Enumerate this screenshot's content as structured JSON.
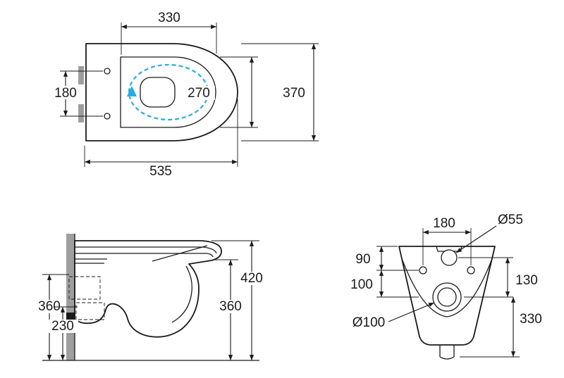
{
  "colors": {
    "line": "#1a1a1a",
    "flush_accent": "#2aabe2",
    "wall_gray": "#9e9e9e"
  },
  "views": {
    "top": {
      "dims": {
        "seat_length": "330",
        "mount_hole_spacing": "180",
        "inner_width": "270",
        "overall_width": "370",
        "overall_depth": "535"
      }
    },
    "side": {
      "dims": {
        "overall_height": "420",
        "rim_height": "360",
        "supply_height": "360",
        "outlet_height": "230"
      }
    },
    "rear": {
      "dims": {
        "mount_hole_spacing": "180",
        "flush_inlet_diameter": "Ø55",
        "top_to_mount_holes": "90",
        "mount_holes_to_outlet": "100",
        "inlet_to_outlet": "130",
        "outlet_diameter": "Ø100",
        "outlet_height": "330"
      }
    }
  }
}
